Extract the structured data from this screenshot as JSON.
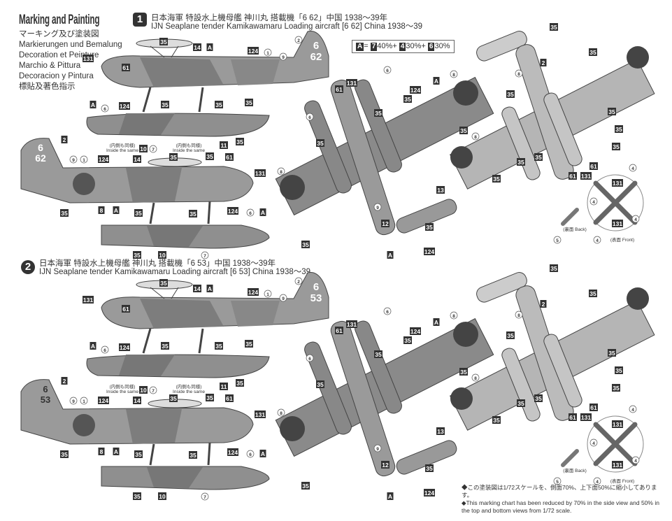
{
  "title": "Marking and Painting",
  "languages": [
    "マーキング及び塗装図",
    "Markierungen und Bemalung",
    "Decoration et Peinture",
    "Marchio & Pittura",
    "Decoracion y Pintura",
    "標貼及著色指示"
  ],
  "color_legend": {
    "a": "A",
    "eq": "=",
    "c1": "7",
    "p1": "40%",
    "c2": "4",
    "p2": "30%",
    "c3": "6",
    "p3": "30%",
    "plus": "+"
  },
  "sections": [
    {
      "number": "1",
      "jp": "日本海軍 特設水上機母艦 神川丸 搭載機「6 62」中国 1938～39年",
      "en": "IJN Seaplane tender Kamikawamaru Loading aircraft [6 62] China 1938～39",
      "tail_top": "6",
      "tail_bottom": "62"
    },
    {
      "number": "2",
      "jp": "日本海軍 特設水上機母艦 神川丸 搭載機「6 53」中国 1938～39年",
      "en": "IJN Seaplane tender Kamikawamaru Loading aircraft [6 53] China 1938～39",
      "tail_top": "6",
      "tail_bottom": "53"
    }
  ],
  "callouts": [
    "61",
    "131",
    "35",
    "14",
    "A",
    "124",
    "1",
    "9",
    "2",
    "A",
    "6",
    "124",
    "35",
    "35",
    "35",
    "11",
    "35",
    "10",
    "7",
    "2",
    "9",
    "1",
    "124",
    "14",
    "35",
    "35",
    "61",
    "131",
    "35",
    "8",
    "A",
    "35",
    "35",
    "124",
    "6",
    "A",
    "35",
    "10",
    "7",
    "6",
    "8",
    "131",
    "61",
    "124",
    "A",
    "35",
    "6",
    "35",
    "35",
    "35",
    "8",
    "9",
    "13",
    "12",
    "35",
    "A",
    "124",
    "35",
    "35",
    "35",
    "2",
    "8",
    "35",
    "35",
    "35",
    "8",
    "35",
    "35",
    "35",
    "61",
    "61",
    "131",
    "35",
    "131",
    "131",
    "4",
    "4",
    "4",
    "4",
    "5"
  ],
  "inside_note": {
    "jp": "(内側も同様)",
    "en": "Inside the same"
  },
  "prop_labels": {
    "back": "(裏面 Back)",
    "front": "(表面 Front)"
  },
  "footnote": {
    "jp": "◆この塗装図は1/72スケールを、側面70%、上下面50%に縮小してあります。",
    "en": "◆This marking chart has been reduced by 70% in the side view and 50% in the top and bottom views from 1/72 scale."
  }
}
